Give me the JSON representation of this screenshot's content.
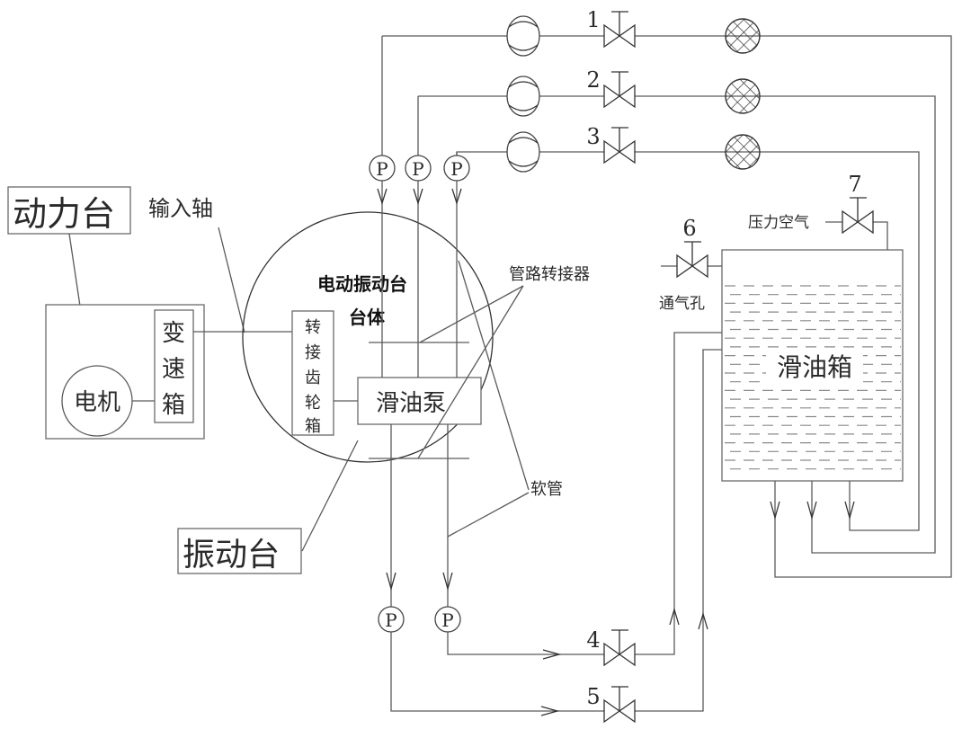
{
  "title": "电动振动台滑油系统示意图",
  "labels": {
    "power_stand": "动力台",
    "input_shaft": "输入轴",
    "motor": "电机",
    "gearbox": [
      "变",
      "速",
      "箱"
    ],
    "vibration_table_body_line1": "电动振动台",
    "vibration_table_body_line2": "台体",
    "adapter_gearbox": [
      "转",
      "接",
      "齿",
      "轮",
      "箱"
    ],
    "oil_pump": "滑油泵",
    "pipe_adapter": "管路转接器",
    "hose": "软管",
    "vibration_table": "振动台",
    "oil_tank": "滑油箱",
    "vent_hole": "通气孔",
    "pressure_air": "压力空气",
    "pressure_gauge": "P"
  },
  "valves": [
    {
      "id": "1"
    },
    {
      "id": "2"
    },
    {
      "id": "3"
    },
    {
      "id": "4"
    },
    {
      "id": "5"
    },
    {
      "id": "6"
    },
    {
      "id": "7"
    }
  ],
  "components": {
    "flow_meters": 3,
    "filters": 3,
    "pressure_gauges": 5
  }
}
